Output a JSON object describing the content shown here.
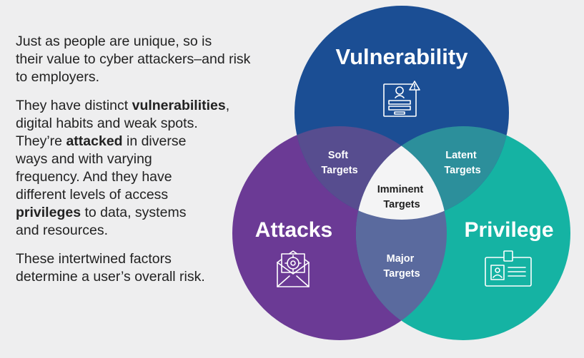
{
  "intro": {
    "paragraph1": [
      "Just as people are unique, so is",
      "their value to cyber attackers–and risk",
      "to employers."
    ],
    "paragraph2": {
      "line1_bold": "vulnerabilities",
      "line1_prefix": "They have distinct ",
      "line1_suffix": ",",
      "line2": "digital habits and weak spots.",
      "line3_prefix": "They’re ",
      "line3_bold": "attacked",
      "line3_suffix": " in diverse",
      "line4": "ways and with varying",
      "line5": "frequency. And they have",
      "line6": "different levels of access",
      "line7_bold": "privileges",
      "line7_suffix": " to data, systems",
      "line8": "and resources."
    },
    "paragraph3": [
      "These intertwined factors",
      "determine a user’s overall risk."
    ]
  },
  "venn": {
    "circles": {
      "vulnerability": {
        "label": "Vulnerability",
        "color": "#1b4e94",
        "icon": "id-card-warning-icon"
      },
      "attacks": {
        "label": "Attacks",
        "color": "#6b3a95",
        "icon": "envelope-target-icon"
      },
      "privilege": {
        "label": "Privilege",
        "color": "#15b3a3",
        "icon": "badge-id-icon"
      }
    },
    "overlaps": {
      "soft": [
        "Soft",
        "Targets"
      ],
      "latent": [
        "Latent",
        "Targets"
      ],
      "major": [
        "Major",
        "Targets"
      ],
      "imminent": [
        "Imminent",
        "Targets"
      ]
    },
    "colors": {
      "soft": "#574d8f",
      "latent": "#2c8f9b",
      "major": "#5a6a9e",
      "center": "#f4f4f5"
    }
  }
}
